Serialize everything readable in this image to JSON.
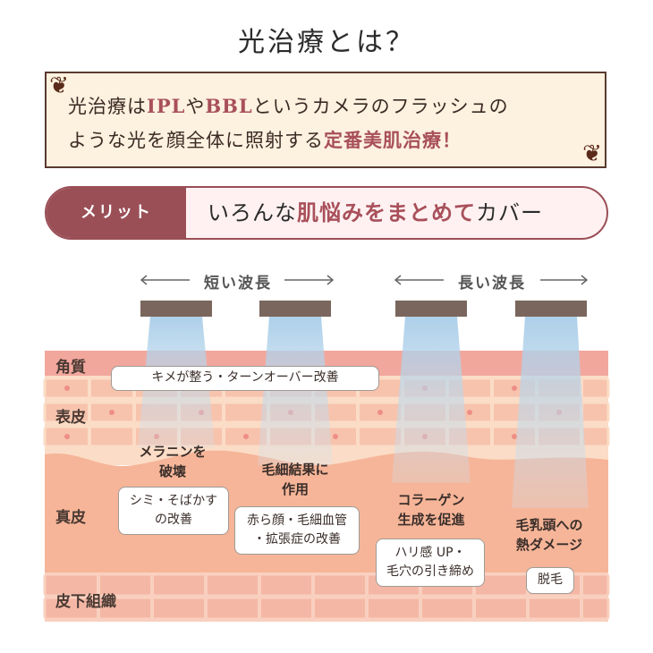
{
  "title": "光治療とは？",
  "intro": {
    "line1_pre": "光治療は",
    "line1_hl1": "IPL",
    "line1_mid": "や",
    "line1_hl2": "BBL",
    "line1_post": "というカメラのフラッシュの",
    "line2_pre": "ような光を顔全体に照射する",
    "line2_hl": "定番美肌治療！"
  },
  "merit": {
    "label": "メリット",
    "text_pre": "いろんな",
    "text_hl": "肌悩みをまとめて",
    "text_post": "カバー"
  },
  "wavelength": {
    "short": "短い波長",
    "long": "長い波長"
  },
  "layers": {
    "horny": "角質",
    "epidermis": "表皮",
    "dermis": "真皮",
    "subcutaneous": "皮下組織"
  },
  "effects": {
    "texture_callout": "キメが整う・ターンオーバー改善",
    "melanin_note": "メラニンを\n破壊",
    "melanin_callout": "シミ・そばかす\nの改善",
    "capillary_note": "毛細結果に\n作用",
    "capillary_callout": "赤ら顔・毛細血管\n・拡張症の改善",
    "collagen_note": "コラーゲン\n生成を促進",
    "collagen_callout": "ハリ感 UP・\n毛穴の引き締め",
    "hair_note": "毛乳頭への\n熱ダメージ",
    "hair_callout": "脱毛"
  },
  "colors": {
    "accent": "#9a4f57",
    "horny_layer": "#f2a79d",
    "epidermis": "#fbdcc6",
    "dermis": "#f6b598",
    "subcutaneous": "#f9d0bf",
    "cell": "#f2b3a6",
    "light_beam": "#bcd8ec"
  }
}
